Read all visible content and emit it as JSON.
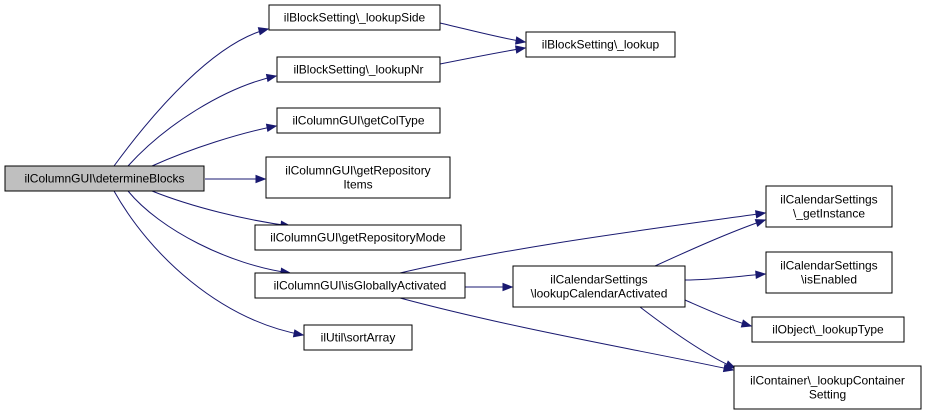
{
  "diagram": {
    "type": "call-graph",
    "colors": {
      "edge": "#191970",
      "node_fill": "#ffffff",
      "root_fill": "#bfbfbf",
      "node_border": "#000000"
    },
    "nodes": [
      {
        "id": "determineBlocks",
        "lines": [
          "ilColumnGUI\\determineBlocks"
        ],
        "root": true
      },
      {
        "id": "lookupSide",
        "lines": [
          "ilBlockSetting\\_lookupSide"
        ]
      },
      {
        "id": "lookup",
        "lines": [
          "ilBlockSetting\\_lookup"
        ]
      },
      {
        "id": "lookupNr",
        "lines": [
          "ilBlockSetting\\_lookupNr"
        ]
      },
      {
        "id": "getColType",
        "lines": [
          "ilColumnGUI\\getColType"
        ]
      },
      {
        "id": "getRepositoryItems",
        "lines": [
          "ilColumnGUI\\getRepository",
          "Items"
        ]
      },
      {
        "id": "getRepositoryMode",
        "lines": [
          "ilColumnGUI\\getRepositoryMode"
        ]
      },
      {
        "id": "isGloballyActivated",
        "lines": [
          "ilColumnGUI\\isGloballyActivated"
        ]
      },
      {
        "id": "sortArray",
        "lines": [
          "ilUtil\\sortArray"
        ]
      },
      {
        "id": "lookupCalendarActivated",
        "lines": [
          "ilCalendarSettings",
          "\\lookupCalendarActivated"
        ]
      },
      {
        "id": "getInstance",
        "lines": [
          "ilCalendarSettings",
          "\\_getInstance"
        ]
      },
      {
        "id": "isEnabled",
        "lines": [
          "ilCalendarSettings",
          "\\isEnabled"
        ]
      },
      {
        "id": "lookupType",
        "lines": [
          "ilObject\\_lookupType"
        ]
      },
      {
        "id": "lookupContainerSetting",
        "lines": [
          "ilContainer\\_lookupContainer",
          "Setting"
        ]
      }
    ],
    "edges": [
      {
        "from": "determineBlocks",
        "to": "lookupSide"
      },
      {
        "from": "determineBlocks",
        "to": "lookupNr"
      },
      {
        "from": "determineBlocks",
        "to": "getColType"
      },
      {
        "from": "determineBlocks",
        "to": "getRepositoryItems"
      },
      {
        "from": "determineBlocks",
        "to": "getRepositoryMode"
      },
      {
        "from": "determineBlocks",
        "to": "isGloballyActivated"
      },
      {
        "from": "determineBlocks",
        "to": "sortArray"
      },
      {
        "from": "lookupSide",
        "to": "lookup"
      },
      {
        "from": "lookupNr",
        "to": "lookup"
      },
      {
        "from": "isGloballyActivated",
        "to": "lookupCalendarActivated"
      },
      {
        "from": "isGloballyActivated",
        "to": "getInstance"
      },
      {
        "from": "isGloballyActivated",
        "to": "lookupContainerSetting"
      },
      {
        "from": "lookupCalendarActivated",
        "to": "getInstance"
      },
      {
        "from": "lookupCalendarActivated",
        "to": "isEnabled"
      },
      {
        "from": "lookupCalendarActivated",
        "to": "lookupType"
      },
      {
        "from": "lookupCalendarActivated",
        "to": "lookupContainerSetting"
      }
    ]
  }
}
